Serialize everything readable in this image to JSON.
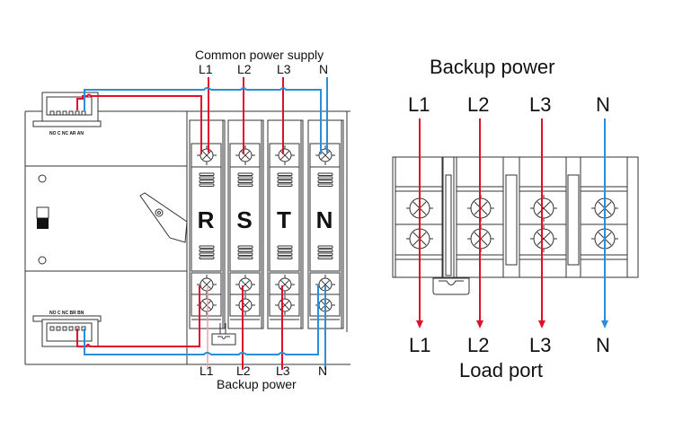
{
  "left_diagram": {
    "top_title": "Common  power supply",
    "top_terminals": [
      "L1",
      "L2",
      "L3",
      "N"
    ],
    "bottom_terminals": [
      "L1",
      "L2",
      "L3",
      "N"
    ],
    "bottom_title": "Backup power",
    "poles": [
      "R",
      "S",
      "T",
      "N"
    ],
    "aux_top_label": "NO  C  NC AR AN",
    "aux_bottom_label": "NO  C  NC BR BN"
  },
  "right_diagram": {
    "top_title": "Backup  power",
    "top_terminals": [
      "L1",
      "L2",
      "L3",
      "N"
    ],
    "bottom_terminals": [
      "L1",
      "L2",
      "L3",
      "N"
    ],
    "bottom_title": "Load port"
  },
  "colors": {
    "phase_wire": "#e0102a",
    "neutral_wire": "#2a8fd8",
    "outline": "#333333"
  }
}
